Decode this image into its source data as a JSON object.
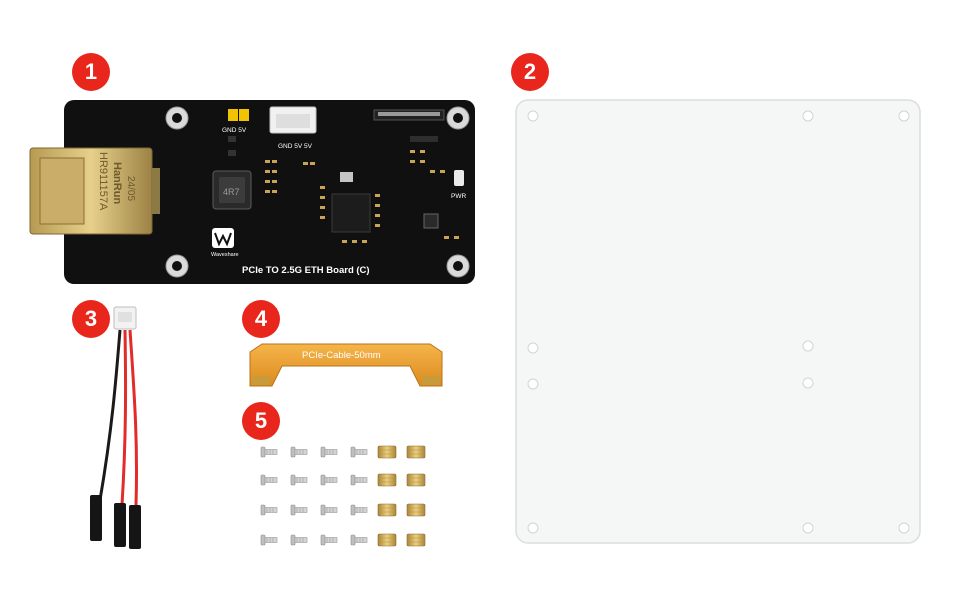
{
  "markers": [
    "1",
    "2",
    "3",
    "4",
    "5"
  ],
  "board": {
    "title": "PCIe TO 2.5G ETH Board (C)",
    "brand": "Waveshare",
    "label_gnd_5v_top": "GND 5V",
    "label_gnd_5v_5v": "GND 5V 5V",
    "label_pwr": "PWR",
    "inductor": "4R7"
  },
  "rj45": {
    "line1": "HanRun",
    "line2": "HR911157A",
    "line3": "24/05"
  },
  "ribbon": {
    "label": "PCIe-Cable-50mm"
  },
  "colors": {
    "marker": "#e8261c",
    "pcb": "#101010",
    "ribbon": "#f0a030",
    "acrylic": "#f5f6f6",
    "brass": "#d6b25a"
  }
}
